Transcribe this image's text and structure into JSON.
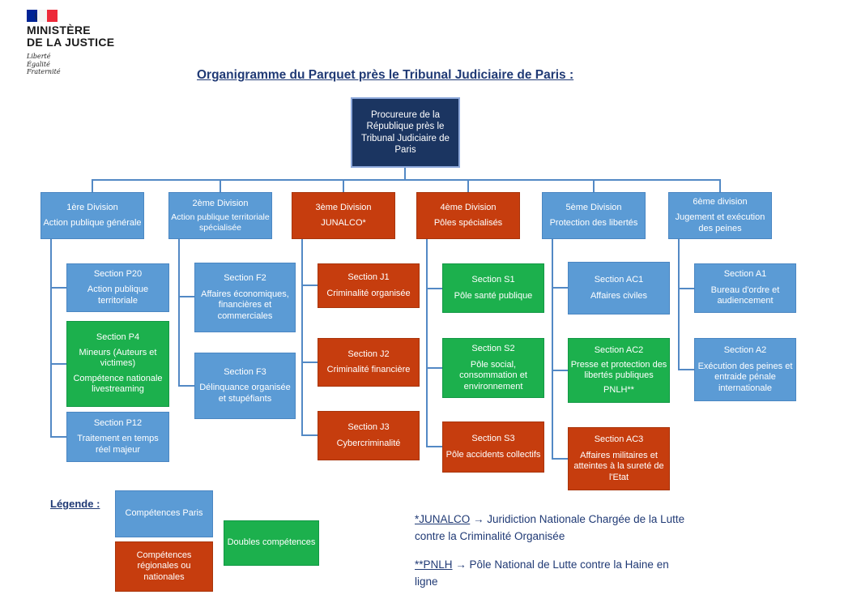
{
  "header": {
    "logo": {
      "flag_icon": "french-flag",
      "name_line1": "MINISTÈRE",
      "name_line2": "DE LA JUSTICE",
      "motto_line1": "Liberté",
      "motto_line2": "Égalité",
      "motto_line3": "Fraternité"
    },
    "title": "Organigramme du Parquet près le Tribunal Judiciaire de Paris :"
  },
  "root_box": {
    "label": "Procureure de la République près le Tribunal Judiciaire de Paris"
  },
  "colors": {
    "competences_paris_blue": "#5b9bd5",
    "doubles_competences_green": "#1cb04d",
    "competences_regionales_nationales_red": "#c63d0e",
    "root_navy": "#1b3561",
    "text_navy": "#203a75",
    "connector_blue": "#5389c5"
  },
  "divisions": [
    {
      "name": "1ère Division",
      "subtitle": "Action publique générale",
      "type": "paris",
      "sections": [
        {
          "name": "Section P20",
          "type": "paris",
          "lines": [
            "Action publique territoriale"
          ]
        },
        {
          "name": "Section P4",
          "type": "double",
          "lines": [
            "Mineurs (Auteurs et victimes)",
            "Compétence nationale livestreaming"
          ]
        },
        {
          "name": "Section P12",
          "type": "paris",
          "lines": [
            "Traitement en temps réel majeur"
          ]
        }
      ]
    },
    {
      "name": "2ème Division",
      "subtitle": "Action publique territoriale spécialisée",
      "type": "paris",
      "sections": [
        {
          "name": "Section F2",
          "type": "paris",
          "lines": [
            "Affaires économiques, financières et commerciales"
          ]
        },
        {
          "name": "Section F3",
          "type": "paris",
          "lines": [
            "Délinquance organisée et stupéfiants"
          ]
        }
      ]
    },
    {
      "name": "3ème Division",
      "subtitle": "JUNALCO*",
      "type": "regional",
      "sections": [
        {
          "name": "Section J1",
          "type": "regional",
          "lines": [
            "Criminalité organisée"
          ]
        },
        {
          "name": "Section J2",
          "type": "regional",
          "lines": [
            "Criminalité financière"
          ]
        },
        {
          "name": "Section J3",
          "type": "regional",
          "lines": [
            "Cybercriminalité"
          ]
        }
      ]
    },
    {
      "name": "4ème Division",
      "subtitle": "Pôles spécialisés",
      "type": "regional",
      "sections": [
        {
          "name": "Section S1",
          "type": "double",
          "lines": [
            "Pôle santé publique"
          ]
        },
        {
          "name": "Section S2",
          "type": "double",
          "lines": [
            "Pôle social, consommation et environnement"
          ]
        },
        {
          "name": "Section S3",
          "type": "regional",
          "lines": [
            "Pôle accidents collectifs"
          ]
        }
      ]
    },
    {
      "name": "5ème Division",
      "subtitle": "Protection des libertés",
      "type": "paris",
      "sections": [
        {
          "name": "Section AC1",
          "type": "paris",
          "lines": [
            "Affaires civiles"
          ]
        },
        {
          "name": "Section AC2",
          "type": "double",
          "lines": [
            "Presse et protection des libertés publiques",
            "PNLH**"
          ]
        },
        {
          "name": "Section AC3",
          "type": "regional",
          "lines": [
            "Affaires militaires et atteintes à la sureté de l'Etat"
          ]
        }
      ]
    },
    {
      "name": "6ème division",
      "subtitle": "Jugement et exécution des peines",
      "type": "paris",
      "sections": [
        {
          "name": "Section A1",
          "type": "paris",
          "lines": [
            "Bureau d'ordre et audiencement"
          ]
        },
        {
          "name": "Section A2",
          "type": "paris",
          "lines": [
            "Exécution des peines et entraide pénale internationale"
          ]
        }
      ]
    }
  ],
  "legend": {
    "label": "Légende :",
    "items": [
      {
        "label": "Compétences Paris",
        "type": "paris"
      },
      {
        "label": "Doubles compétences",
        "type": "double"
      },
      {
        "label": "Compétences régionales ou nationales",
        "type": "regional"
      }
    ]
  },
  "footnotes": [
    {
      "term": "*JUNALCO",
      "definition": "→ Juridiction Nationale Chargée de la Lutte contre la Criminalité Organisée"
    },
    {
      "term": "**PNLH",
      "definition": "→ Pôle National de Lutte contre la Haine en ligne"
    }
  ]
}
